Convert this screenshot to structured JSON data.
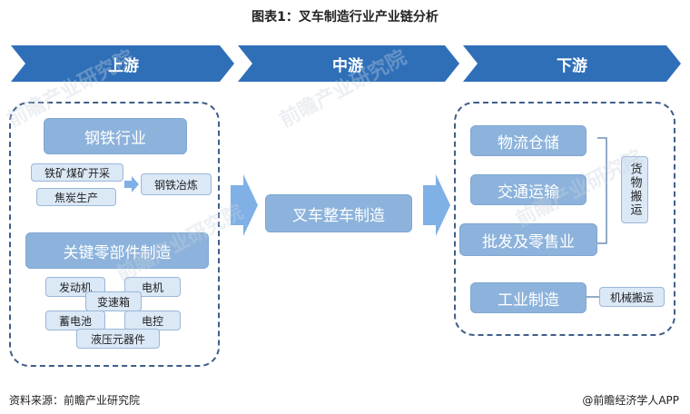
{
  "title": "图表1：叉车制造行业产业链分析",
  "stages": {
    "up": "上游",
    "mid": "中游",
    "down": "下游"
  },
  "upstream": {
    "steel_header": "钢铁行业",
    "steel_items": [
      "铁矿煤矿开采",
      "焦炭生产"
    ],
    "steel_output": "钢铁冶炼",
    "parts_header": "关键零部件制造",
    "parts_items": [
      "发动机",
      "电机",
      "变速箱",
      "蓄电池",
      "电控",
      "液压元器件"
    ]
  },
  "midstream": {
    "main": "叉车整车制造"
  },
  "downstream": {
    "items": [
      "物流仓储",
      "交通运输",
      "批发及零售业",
      "工业制造"
    ],
    "bracket_label": "货物搬运",
    "industrial_label": "机械搬运"
  },
  "watermark": "前瞻产业研究院",
  "footer": {
    "source": "资料来源：前瞻产业研究院",
    "brand": "@前瞻经济学人APP"
  },
  "colors": {
    "stage_arrow": "#2f6fb8",
    "big_box": "#8db3dc",
    "small_box": "#dbe8f6",
    "flow_arrow": "#7fb0e6",
    "dashed_border": "#3f5f88"
  }
}
